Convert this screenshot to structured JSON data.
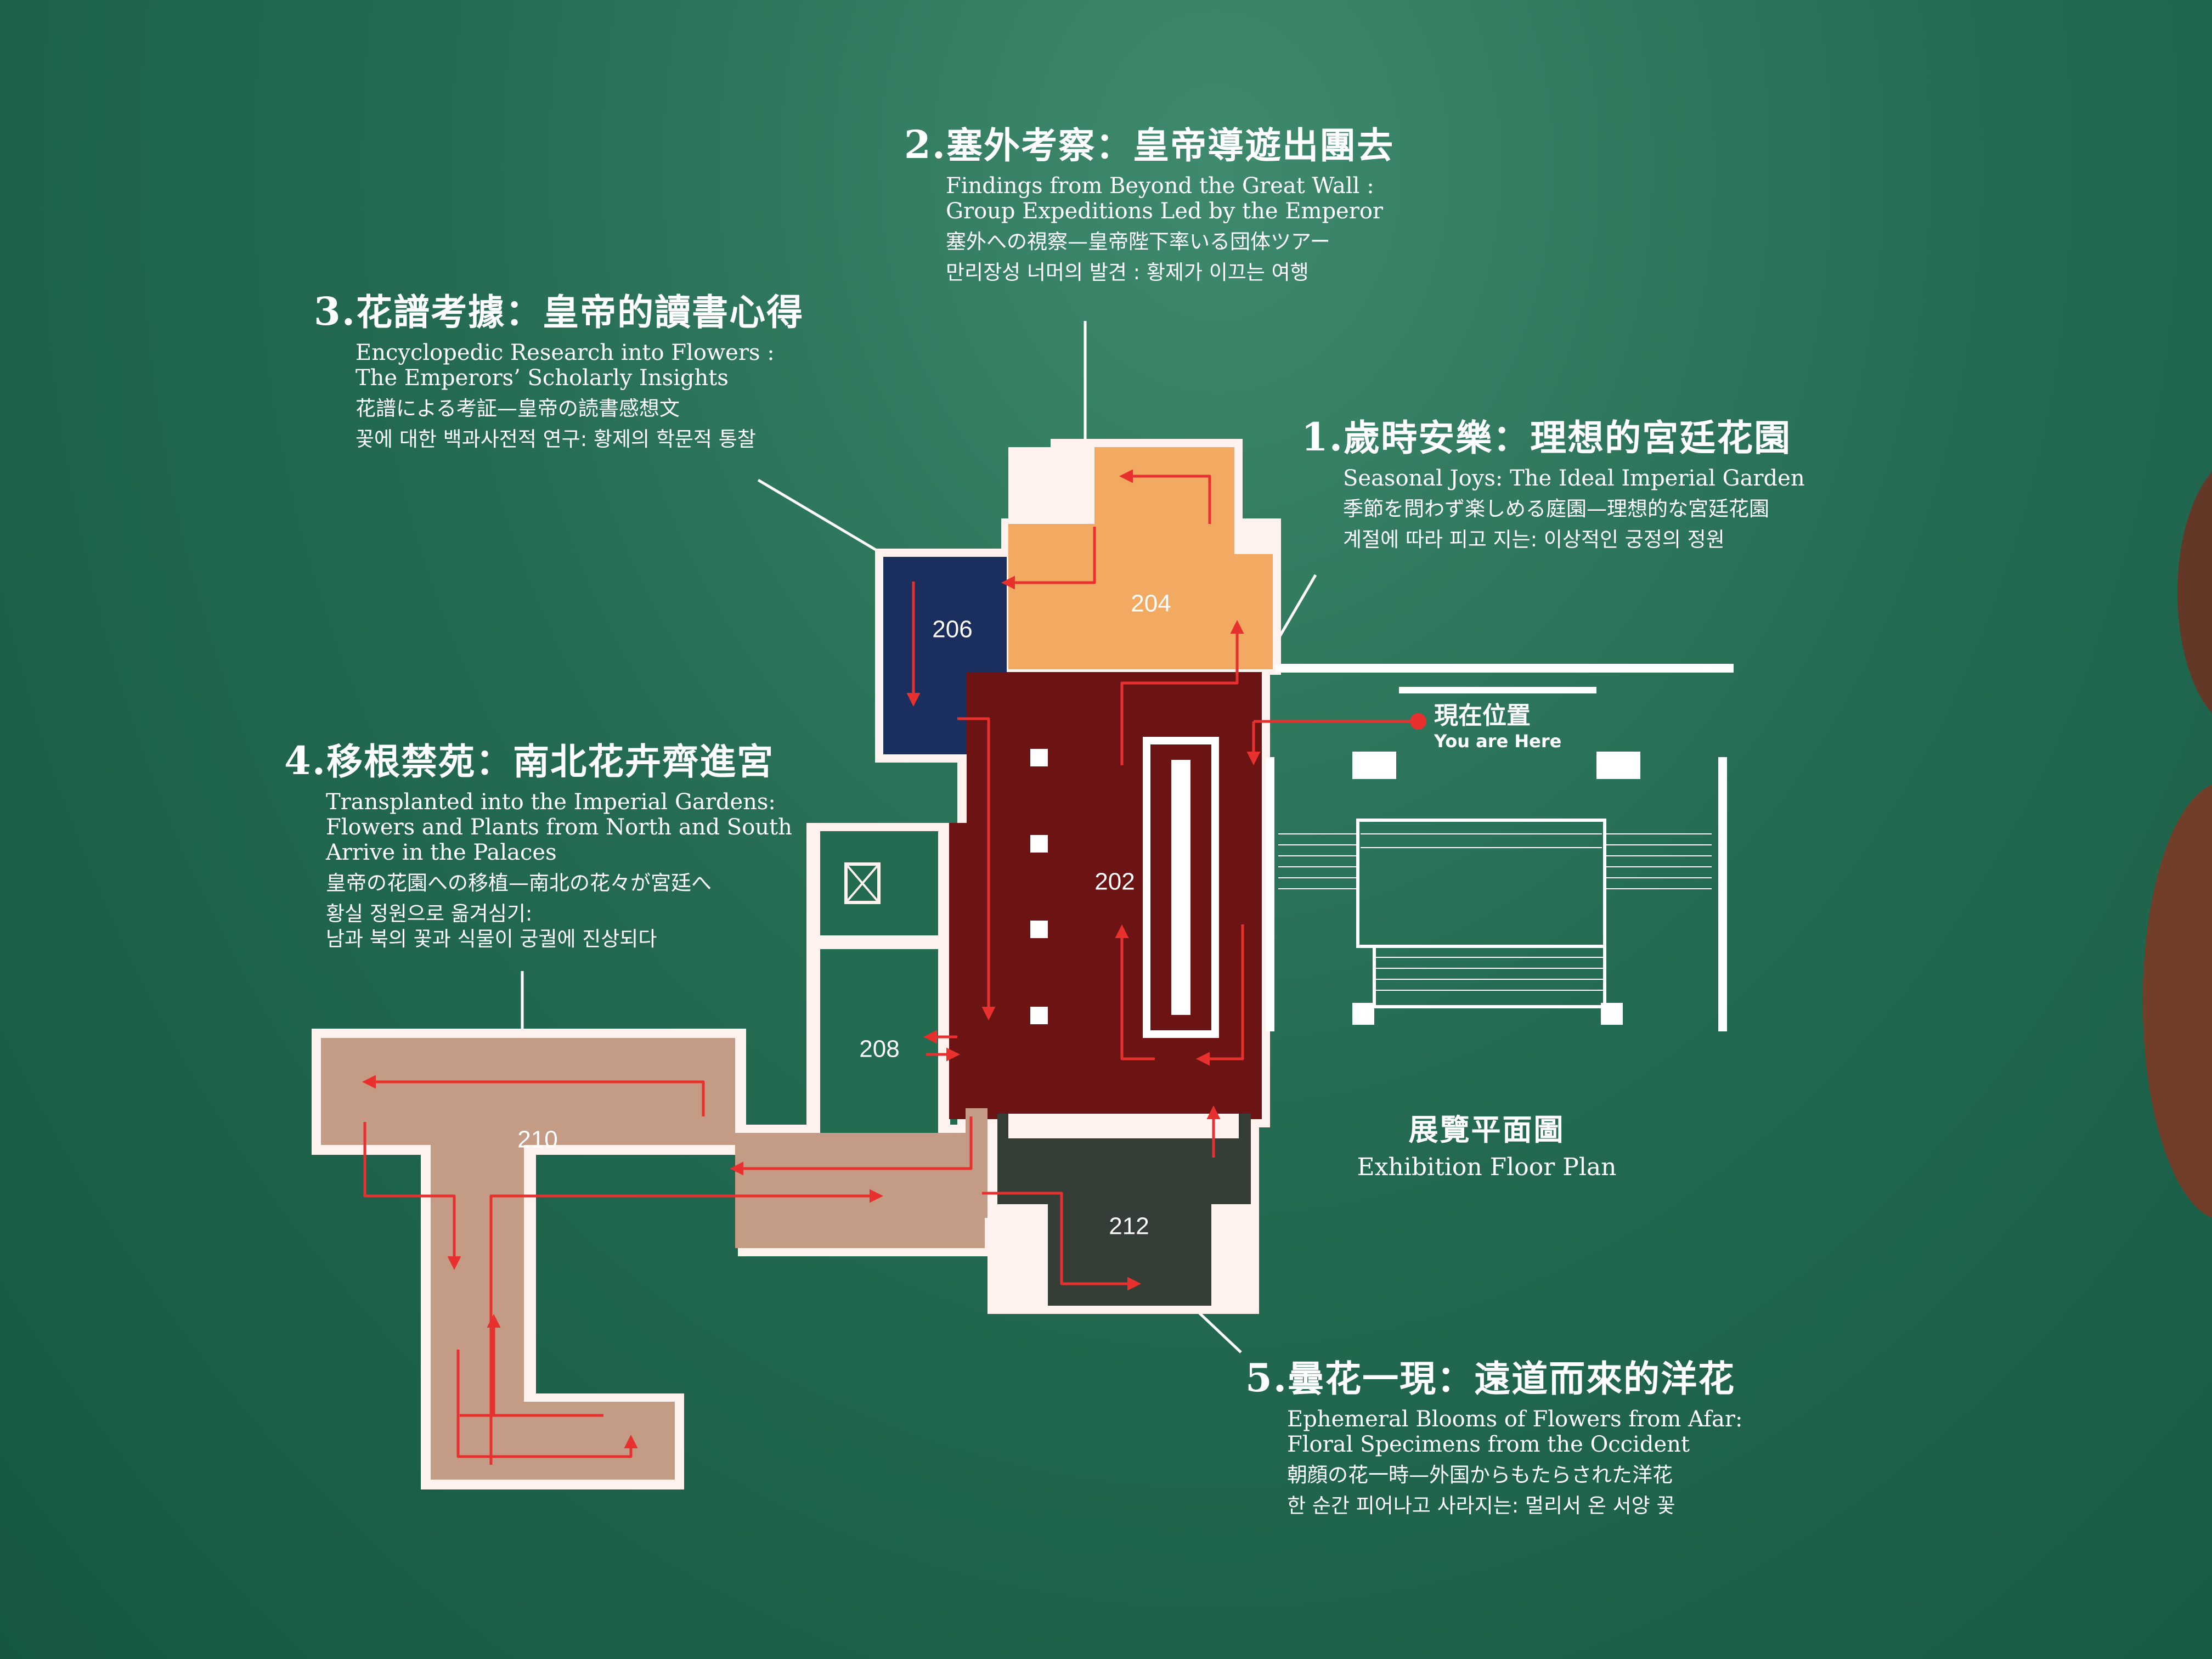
{
  "sections": [
    {
      "id": "s2",
      "number": "2.",
      "title_zh": "塞外考察：皇帝導遊出團去",
      "en_lines": [
        "Findings from Beyond the Great Wall :",
        "Group Expeditions Led by the Emperor"
      ],
      "ja": "塞外への視察—皇帝陛下率いる団体ツアー",
      "ko": "만리장성 너머의 발견 : 황제가 이끄는 여행"
    },
    {
      "id": "s3",
      "number": "3.",
      "title_zh": "花譜考據：皇帝的讀書心得",
      "en_lines": [
        "Encyclopedic Research into Flowers :",
        "The Emperors’ Scholarly Insights"
      ],
      "ja": "花譜による考証—皇帝の読書感想文",
      "ko": "꽃에 대한 백과사전적 연구: 황제의 학문적 통찰"
    },
    {
      "id": "s1",
      "number": "1.",
      "title_zh": "歲時安樂：理想的宮廷花園",
      "en_lines": [
        "Seasonal Joys: The Ideal Imperial Garden"
      ],
      "ja": "季節を問わず楽しめる庭園—理想的な宮廷花園",
      "ko": "계절에 따라 피고 지는: 이상적인 궁정의 정원"
    },
    {
      "id": "s4",
      "number": "4.",
      "title_zh": "移根禁苑：南北花卉齊進宮",
      "en_lines": [
        "Transplanted into the Imperial Gardens:",
        "Flowers and Plants from North and South",
        "Arrive in the Palaces"
      ],
      "ja": "皇帝の花園への移植—南北の花々が宮廷へ",
      "ko_lines": [
        "황실 정원으로 옮겨심기:",
        "남과 북의 꽃과 식물이 궁궐에 진상되다"
      ]
    },
    {
      "id": "s5",
      "number": "5.",
      "title_zh": "曇花一現：遠道而來的洋花",
      "en_lines": [
        "Ephemeral Blooms of Flowers from Afar:",
        "Floral Specimens from the Occident"
      ],
      "ja": "朝顔の花一時—外国からもたらされた洋花",
      "ko": "한 순간 피어나고 사라지는: 멀리서 온 서양 꽃"
    }
  ],
  "rooms": [
    {
      "label": "202",
      "color": "#6c1414"
    },
    {
      "label": "204",
      "color": "#f2aa62"
    },
    {
      "label": "206",
      "color": "#1b2f5e"
    },
    {
      "label": "208",
      "color": "#236b51"
    },
    {
      "label": "210",
      "color": "#c49b85"
    },
    {
      "label": "212",
      "color": "#353d37"
    }
  ],
  "you_are_here": {
    "zh": "現在位置",
    "en": "You are Here",
    "color": "#e8302e"
  },
  "legend": {
    "zh": "展覽平面圖",
    "en": "Exhibition Floor Plan"
  },
  "colors": {
    "background": "#246b52",
    "outline": "#fff2ef",
    "arrow": "#e8302e"
  }
}
